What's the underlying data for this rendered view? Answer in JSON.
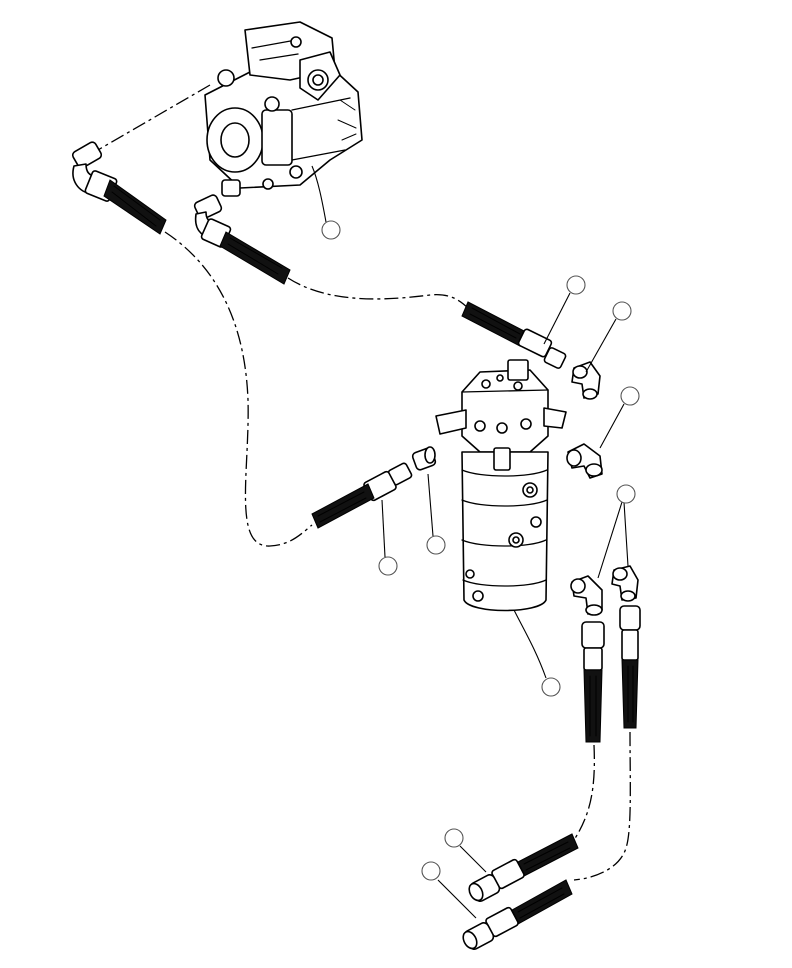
{
  "diagram": {
    "line_color": "#000000",
    "background": "#ffffff",
    "callouts": [
      {
        "id": "pump",
        "label": ""
      },
      {
        "id": "adapter-upper",
        "label": ""
      },
      {
        "id": "elbow-upper",
        "label": ""
      },
      {
        "id": "elbow-middle",
        "label": ""
      },
      {
        "id": "elbows-right",
        "label": ""
      },
      {
        "id": "adapter-left",
        "label": ""
      },
      {
        "id": "hose-left",
        "label": ""
      },
      {
        "id": "swivel-joint",
        "label": ""
      },
      {
        "id": "hose-lower-1",
        "label": ""
      },
      {
        "id": "hose-lower-2",
        "label": ""
      }
    ]
  }
}
